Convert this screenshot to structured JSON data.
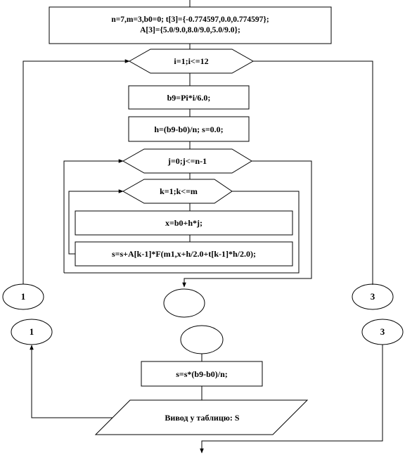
{
  "init": {
    "line1": "n=7,m=3,b0=0; t[3]={-0.774597,0.0,0.774597};",
    "line2": "A[3]={5.0/9.0,8.0/9.0,5.0/9.0};"
  },
  "loop_i": "i=1;i<=12",
  "assign_b9": "b9=Pi*i/6.0;",
  "assign_h": "h=(b9-b0)/n; s=0.0;",
  "loop_j": "j=0;j<=n-1",
  "loop_k": "k=1;k<=m",
  "assign_x": "x=b0+h*j;",
  "accumulate_s": "s=s+A[k-1]*F(m1,x+h/2.0+t[k-1]*h/2.0);",
  "connectors": {
    "left_top": "1",
    "right_top": "3",
    "left_bottom": "1",
    "right_bottom": "3"
  },
  "final_s": "s=s*(b9-b0)/n;",
  "output": "Вивод у таблицю: S"
}
